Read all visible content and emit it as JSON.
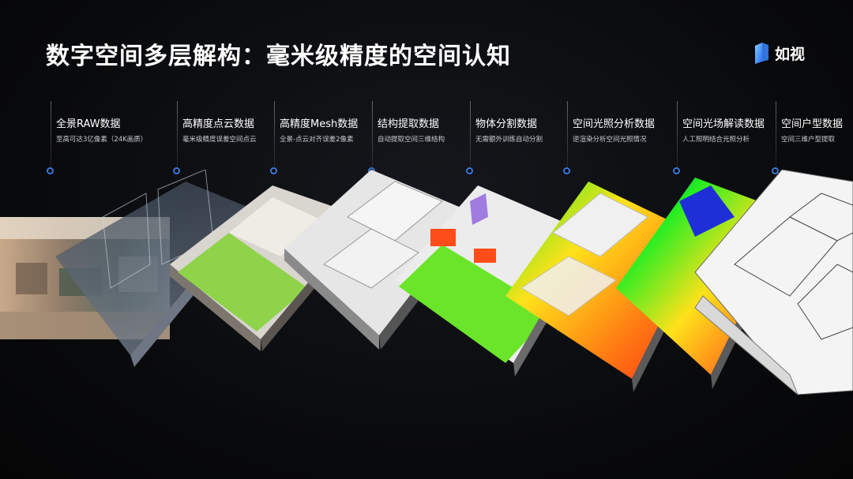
{
  "slide": {
    "title": "数字空间多层解构：毫米级精度的空间认知",
    "brand": "如视"
  },
  "layers": [
    {
      "title": "全景RAW数据",
      "subtitle": "至高可达3亿像素（24K画质）"
    },
    {
      "title": "高精度点云数据",
      "subtitle": "毫米级精度误差空间点云"
    },
    {
      "title": "高精度Mesh数据",
      "subtitle": "全景-点云对齐误差2像素"
    },
    {
      "title": "结构提取数据",
      "subtitle": "自动提取空间三维结构"
    },
    {
      "title": "物体分割数据",
      "subtitle": "无需额外训练自动分割"
    },
    {
      "title": "空间光照分析数据",
      "subtitle": "逆渲染分析空间光照情况"
    },
    {
      "title": "空间光场解读数据",
      "subtitle": "人工照明结合光照分析"
    },
    {
      "title": "空间户型数据",
      "subtitle": "空间三维户型提取"
    }
  ],
  "colors": {
    "accent": "#3a78d8",
    "grass": "#8fd34a",
    "heat_red": "#ff2a1a",
    "heat_yellow": "#ffe11a",
    "heat_green": "#22ee22",
    "heat_blue": "#1f2fd8",
    "segment_orange": "#ff4d1a",
    "segment_purple": "#a07be0",
    "segment_green": "#6be52a"
  },
  "icons": {
    "brand_mark": "brand-logo-icon",
    "layer_marker": "timeline-dot-icon"
  }
}
